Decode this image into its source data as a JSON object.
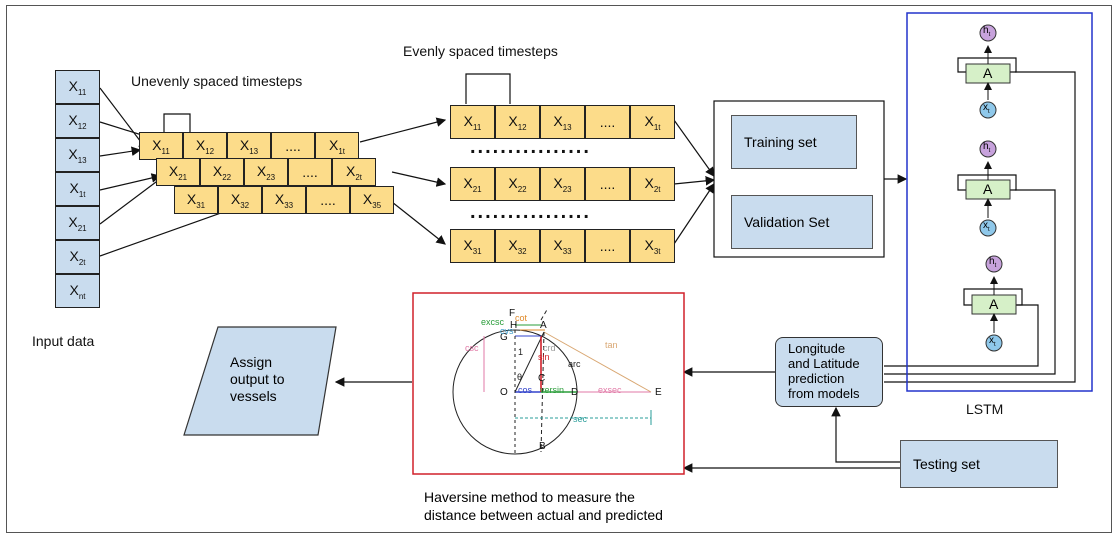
{
  "labels": {
    "uneven": "Unevenly spaced timesteps",
    "even": "Evenly spaced timesteps",
    "input_data": "Input data",
    "training": "Training set",
    "validation": "Validation Set",
    "prediction_l1": "Longitude",
    "prediction_l2": "and Latitude",
    "prediction_l3": "prediction",
    "prediction_l4": "from models",
    "testing": "Testing set",
    "lstm": "LSTM",
    "assign_l1": "Assign",
    "assign_l2": "output to",
    "assign_l3": "vessels",
    "haversine_l1": "Haversine method to measure the",
    "haversine_l2": "distance between actual and predicted",
    "dots_mid": "....",
    "dots_row": "................"
  },
  "input_cells": [
    {
      "x": "X",
      "s": "11"
    },
    {
      "x": "X",
      "s": "12"
    },
    {
      "x": "X",
      "s": "13"
    },
    {
      "x": "X",
      "s": "1t"
    },
    {
      "x": "X",
      "s": "21"
    },
    {
      "x": "X",
      "s": "2t"
    },
    {
      "x": "X",
      "s": "nt"
    }
  ],
  "uneven_rows": [
    [
      {
        "x": "X",
        "s": "11"
      },
      {
        "x": "X",
        "s": "12"
      },
      {
        "x": "X",
        "s": "13"
      },
      {
        "x": "....",
        "s": ""
      },
      {
        "x": "X",
        "s": "1t"
      }
    ],
    [
      {
        "x": "X",
        "s": "21"
      },
      {
        "x": "X",
        "s": "22"
      },
      {
        "x": "X",
        "s": "23"
      },
      {
        "x": "....",
        "s": ""
      },
      {
        "x": "X",
        "s": "2t"
      }
    ],
    [
      {
        "x": "X",
        "s": "31"
      },
      {
        "x": "X",
        "s": "32"
      },
      {
        "x": "X",
        "s": "33"
      },
      {
        "x": "....",
        "s": ""
      },
      {
        "x": "X",
        "s": "35"
      }
    ]
  ],
  "even_rows": [
    [
      {
        "x": "X",
        "s": "11"
      },
      {
        "x": "X",
        "s": "12"
      },
      {
        "x": "X",
        "s": "13"
      },
      {
        "x": "....",
        "s": ""
      },
      {
        "x": "X",
        "s": "1t"
      }
    ],
    [
      {
        "x": "X",
        "s": "21"
      },
      {
        "x": "X",
        "s": "22"
      },
      {
        "x": "X",
        "s": "23"
      },
      {
        "x": "....",
        "s": ""
      },
      {
        "x": "X",
        "s": "2t"
      }
    ],
    [
      {
        "x": "X",
        "s": "31"
      },
      {
        "x": "X",
        "s": "32"
      },
      {
        "x": "X",
        "s": "33"
      },
      {
        "x": "....",
        "s": ""
      },
      {
        "x": "X",
        "s": "3t"
      }
    ]
  ],
  "lstm_cell": {
    "gate": "A",
    "h": "h",
    "hs": "t",
    "x": "x",
    "xs": "t"
  },
  "haversine_figure": {
    "points": [
      "F",
      "G",
      "H",
      "A",
      "D",
      "O",
      "C",
      "E",
      "B"
    ],
    "terms": [
      "excsc",
      "cot",
      "cvs",
      "csc",
      "1",
      "sin",
      "arc",
      "tan",
      "θ",
      "cos",
      "versin",
      "exsec",
      "sec",
      "crd"
    ]
  },
  "colors": {
    "input": "#c9dcee",
    "yellow": "#fcdc8a",
    "lstm_border": "#2233cc",
    "red_border": "#d0202a"
  }
}
